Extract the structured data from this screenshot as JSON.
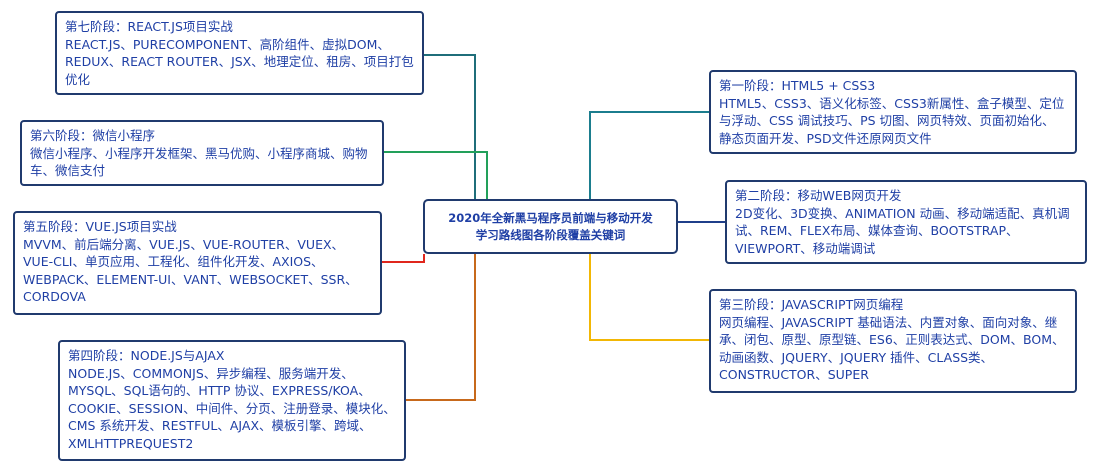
{
  "center": {
    "line1": "2020年全新黑马程序员前端与移动开发",
    "line2": "学习路线图各阶段覆盖关键词"
  },
  "stages": {
    "s7": {
      "title": "第七阶段：REACT.JS项目实战",
      "body": "REACT.JS、PURECOMPONENT、高阶组件、虚拟DOM、REDUX、REACT ROUTER、JSX、地理定位、租房、项目打包优化"
    },
    "s6": {
      "title": "第六阶段：微信小程序",
      "body": "微信小程序、小程序开发框架、黑马优购、小程序商城、购物车、微信支付"
    },
    "s5": {
      "title": "第五阶段：VUE.JS项目实战",
      "body": "MVVM、前后端分离、VUE.JS、VUE-ROUTER、VUEX、VUE-CLI、单页应用、工程化、组件化开发、AXIOS、WEBPACK、ELEMENT-UI、VANT、WEBSOCKET、SSR、CORDOVA"
    },
    "s4": {
      "title": "第四阶段：NODE.JS与AJAX",
      "body": "NODE.JS、COMMONJS、异步编程、服务端开发、MYSQL、SQL语句的、HTTP 协议、EXPRESS/KOA、COOKIE、SESSION、中间件、分页、注册登录、模块化、CMS 系统开发、RESTFUL、AJAX、模板引擎、跨域、XMLHTTPREQUEST2"
    },
    "s1": {
      "title": "第一阶段：HTML5 + CSS3",
      "body": "HTML5、CSS3、语义化标签、CSS3新属性、盒子模型、定位与浮动、CSS 调试技巧、PS 切图、网页特效、页面初始化、静态页面开发、PSD文件还原网页文件"
    },
    "s2": {
      "title": "第二阶段：移动WEB网页开发",
      "body": "2D变化、3D变换、ANIMATION 动画、移动端适配、真机调试、REM、FLEX布局、媒体查询、BOOTSTRAP、VIEWPORT、移动端调试"
    },
    "s3": {
      "title": "第三阶段：JAVASCRIPT网页编程",
      "body": "网页编程、JAVASCRIPT 基础语法、内置对象、面向对象、继承、闭包、原型、原型链、ES6、正则表达式、DOM、BOM、动画函数、JQUERY、JQUERY 插件、CLASS类、CONSTRUCTOR、SUPER"
    }
  },
  "colors": {
    "s7": "#1f6e7a",
    "s6": "#22a05a",
    "s5": "#e0261c",
    "s4": "#c7691b",
    "s1": "#1b7d8e",
    "s2": "#1f3f8a",
    "s3": "#f2b705"
  }
}
